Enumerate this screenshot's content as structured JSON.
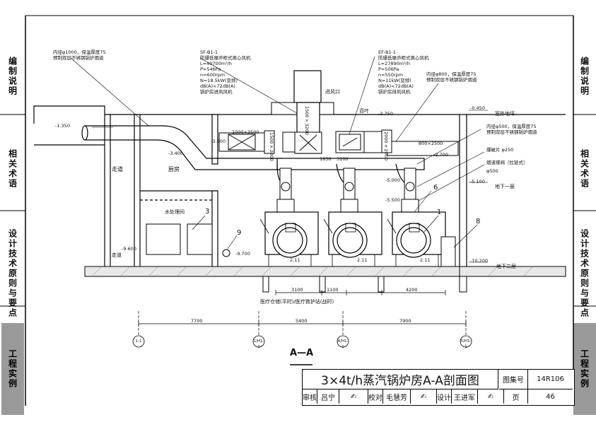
{
  "side_tabs": {
    "left": [
      {
        "label": "编制说明",
        "active": false
      },
      {
        "label": "相关术语",
        "active": false
      },
      {
        "label": "设计技术原则与要点",
        "active": false
      },
      {
        "label": "工程实例",
        "active": true
      }
    ],
    "right": [
      {
        "label": "编制说明",
        "active": false
      },
      {
        "label": "相关术语",
        "active": false
      },
      {
        "label": "设计技术原则与要点",
        "active": false
      },
      {
        "label": "工程实例",
        "active": true
      }
    ]
  },
  "drawing": {
    "section_label": "A—A",
    "notes": {
      "left_duct": [
        "内径φ1000，保温厚度75",
        "预制双层不锈钢锅炉烟道"
      ],
      "sf_title": "SF-B1-1",
      "sf_lines": [
        "防爆低噪声柜式离心风机",
        "L=40700m³/h",
        "P=546Pa",
        "n=600rpm",
        "N=18.5kW(变频)",
        "dB(A)<72dB(A)",
        "锅炉房进风风机"
      ],
      "ef_title": "EF-B1-1",
      "ef_lines": [
        "防爆低噪声柜式离心风机",
        "L=27890m³/h",
        "P=506Pa",
        "n=550rpm",
        "N=11kW(变频)",
        "dB(A)<72dB(A)",
        "锅炉房排风风机"
      ],
      "right_duct": [
        "内径φ800，保温厚度75",
        "预制双层不锈钢锅炉烟道"
      ],
      "mid_duct": [
        "内径φ500，保温厚度75",
        "预制双层不锈钢锅炉烟道"
      ],
      "vent_shaft": "进风口",
      "louver": "百叶",
      "outdoor": "室外地坪",
      "b1": "地下一层",
      "b2": "地下二层",
      "corridor": "走道",
      "kitchen": "厨房",
      "water_room": "水处理间",
      "corridor2": "走道",
      "explosion_panel": "爆破片 φ250",
      "damper": "烟道蝶阀（拉链式）",
      "damper_size": "φ500",
      "bottom_note": "医疗仓储(平时)/医疗救护站(战时)"
    },
    "elevations": [
      "-1.350",
      "-0.450",
      "-3.750",
      "-3.500",
      "-3.400",
      "-2.700",
      "-5.000",
      "-5.500",
      "-5.100",
      "-9.600",
      "-9.700",
      "-10.200"
    ],
    "sizes": [
      "1000×3500",
      "1500×3200",
      "800×2500",
      "1500×2000",
      "2000×2000",
      "1650",
      "3100"
    ],
    "item_numbers": [
      "1",
      "3",
      "6",
      "8",
      "9"
    ],
    "dims_top": [
      "3100",
      "1100",
      "4200"
    ],
    "dims_axes": [
      "7700",
      "5400",
      "7900"
    ],
    "axes": [
      "1-1",
      "1/H1-1",
      "4/H1-1",
      "5/H1-1"
    ],
    "valve_labels": [
      "2.11",
      "2.11",
      "2.11"
    ]
  },
  "title_block": {
    "title": "3×4t/h蒸汽锅炉房A-A剖面图",
    "atlas_label": "图集号",
    "atlas_no": "14R106",
    "review_label": "审核",
    "review_name": "吕宁",
    "check_label": "校对",
    "check_name": "毛慧芳",
    "design_label": "设计",
    "design_name": "王进军",
    "page_label": "页",
    "page_no": "46"
  }
}
